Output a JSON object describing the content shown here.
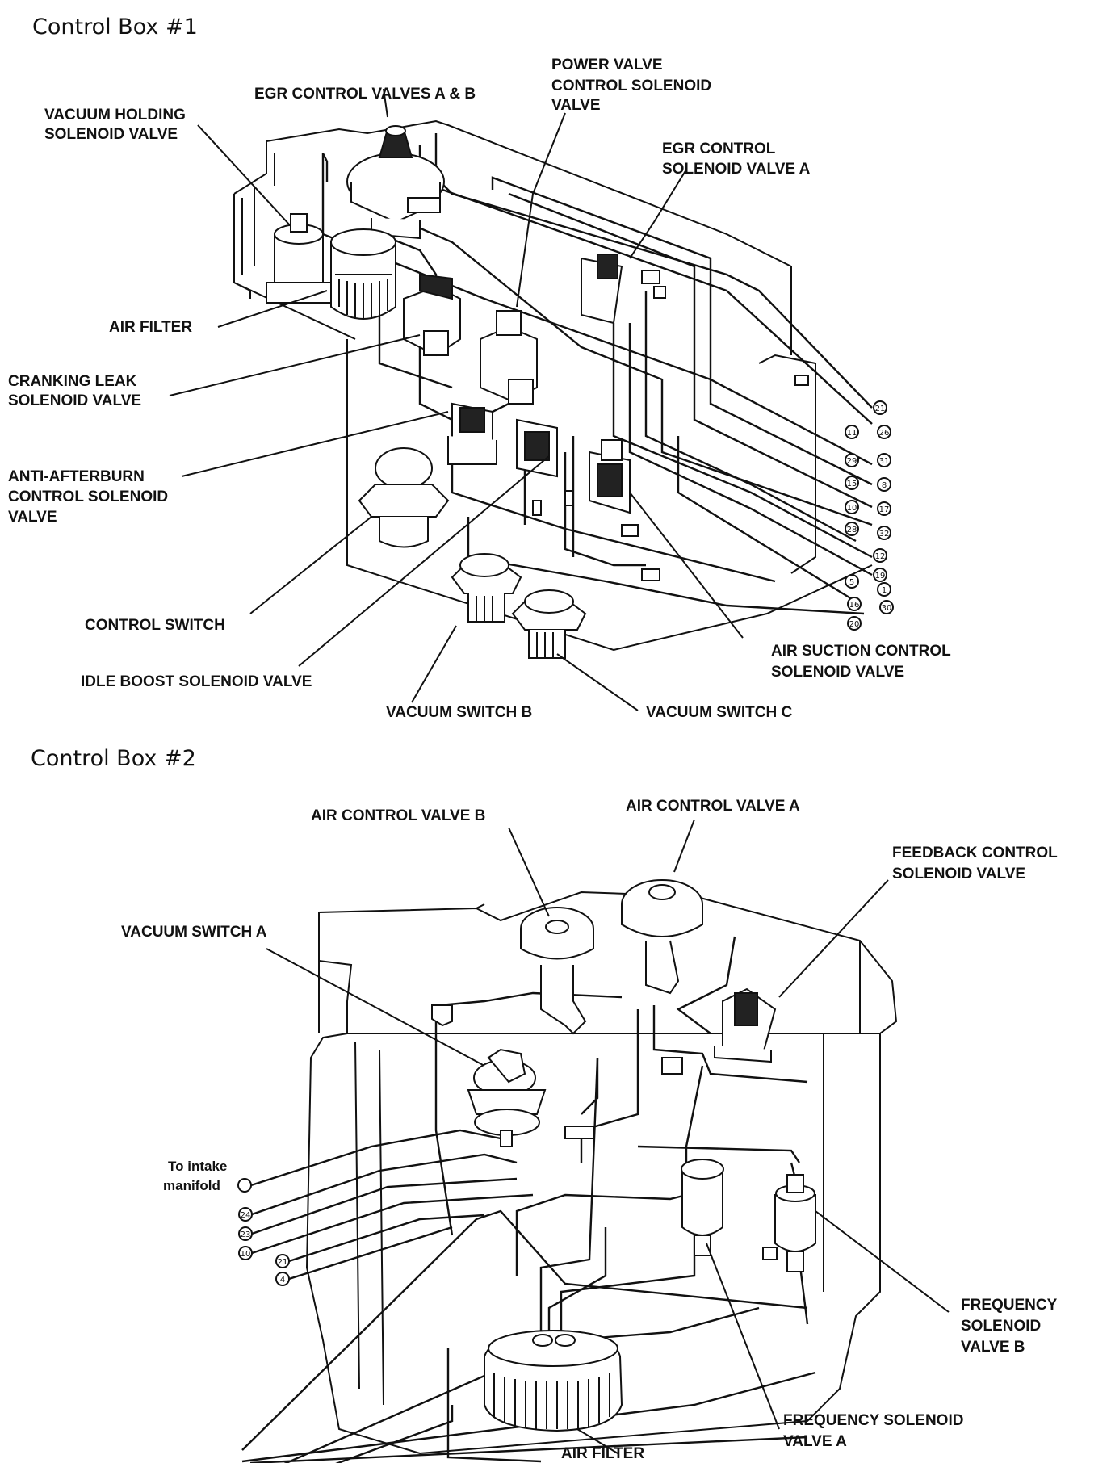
{
  "box1": {
    "title": "Control Box #1",
    "labels": {
      "egr_valves_ab": "EGR CONTROL VALVES A & B",
      "vacuum_holding": [
        "VACUUM HOLDING",
        "SOLENOID VALVE"
      ],
      "power_valve": [
        "POWER VALVE",
        "CONTROL SOLENOID",
        "VALVE"
      ],
      "egr_solenoid_a": [
        "EGR CONTROL",
        "SOLENOID VALVE A"
      ],
      "air_filter": "AIR FILTER",
      "cranking_leak": [
        "CRANKING LEAK",
        "SOLENOID VALVE"
      ],
      "anti_afterburn": [
        "ANTI-AFTERBURN",
        "CONTROL SOLENOID",
        "VALVE"
      ],
      "control_switch": "CONTROL SWITCH",
      "idle_boost": "IDLE BOOST SOLENOID VALVE",
      "vacuum_switch_b": "VACUUM SWITCH B",
      "vacuum_switch_c": "VACUUM SWITCH C",
      "air_suction": [
        "AIR SUCTION CONTROL",
        "SOLENOID VALVE"
      ]
    },
    "ports": [
      "21",
      "11",
      "26",
      "29",
      "31",
      "15",
      "8",
      "10",
      "17",
      "28",
      "32",
      "12",
      "19",
      "5",
      "1",
      "16",
      "30",
      "20"
    ]
  },
  "box2": {
    "title": "Control Box #2",
    "labels": {
      "air_control_b": "AIR CONTROL VALVE B",
      "air_control_a": "AIR CONTROL VALVE A",
      "feedback": [
        "FEEDBACK CONTROL",
        "SOLENOID VALVE"
      ],
      "vacuum_switch_a": "VACUUM SWITCH A",
      "to_intake": [
        "To intake",
        "manifold"
      ],
      "freq_b": [
        "FREQUENCY",
        "SOLENOID",
        "VALVE B"
      ],
      "freq_a": [
        "FREQUENCY SOLENOID",
        "VALVE A"
      ],
      "air_filter": "AIR FILTER"
    },
    "ports": [
      "24",
      "23",
      "10",
      "21",
      "4"
    ]
  }
}
